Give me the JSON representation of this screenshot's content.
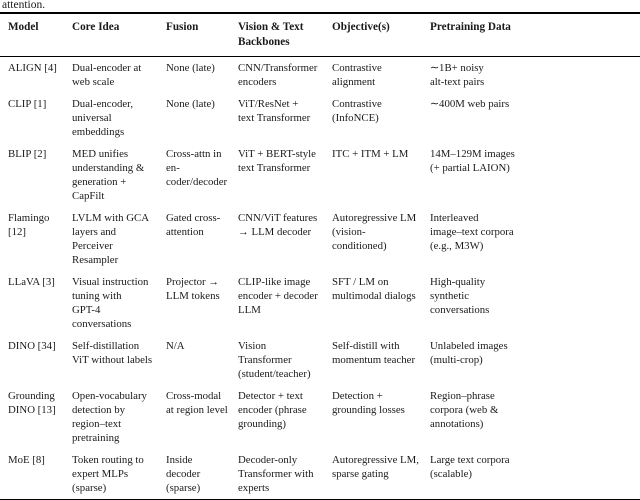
{
  "caption_fragment": "attention.",
  "colors": {
    "background": "#ffffff",
    "text": "#1a1a1a",
    "rule": "#000000"
  },
  "table": {
    "columns": [
      "Model",
      "Core Idea",
      "Fusion",
      "Vision & Text\nBackbones",
      "Objective(s)",
      "Pretraining Data"
    ],
    "rows": [
      {
        "model": "ALIGN [4]",
        "core_idea": "Dual-encoder at\nweb scale",
        "fusion": "None (late)",
        "backbones": "CNN/Transformer\nencoders",
        "objectives": "Contrastive\nalignment",
        "pretraining": "∼1B+ noisy\nalt-text pairs"
      },
      {
        "model": "CLIP [1]",
        "core_idea": "Dual-encoder,\nuniversal\nembeddings",
        "fusion": "None (late)",
        "backbones": "ViT/ResNet +\ntext Transformer",
        "objectives": "Contrastive\n(InfoNCE)",
        "pretraining": "∼400M web pairs"
      },
      {
        "model": "BLIP [2]",
        "core_idea": "MED unifies\nunderstanding &\ngeneration +\nCapFilt",
        "fusion": "Cross-attn in\nen-\ncoder/decoder",
        "backbones": "ViT + BERT-style\ntext Transformer",
        "objectives": "ITC + ITM + LM",
        "pretraining": "14M–129M images\n(+ partial LAION)"
      },
      {
        "model": "Flamingo\n[12]",
        "core_idea": "LVLM with GCA\nlayers and\nPerceiver\nResampler",
        "fusion": "Gated cross-\nattention",
        "backbones": "CNN/ViT features\n→ LLM decoder",
        "objectives": "Autoregressive LM\n(vision-\nconditioned)",
        "pretraining": "Interleaved\nimage–text corpora\n(e.g., M3W)"
      },
      {
        "model": "LLaVA [3]",
        "core_idea": "Visual instruction\ntuning with\nGPT-4\nconversations",
        "fusion": "Projector →\nLLM tokens",
        "backbones": "CLIP-like image\nencoder + decoder\nLLM",
        "objectives": "SFT / LM on\nmultimodal dialogs",
        "pretraining": "High-quality\nsynthetic\nconversations"
      },
      {
        "model": "DINO [34]",
        "core_idea": "Self-distillation\nViT without labels",
        "fusion": "N/A",
        "backbones": "Vision\nTransformer\n(student/teacher)",
        "objectives": "Self-distill with\nmomentum teacher",
        "pretraining": "Unlabeled images\n(multi-crop)"
      },
      {
        "model": "Grounding\nDINO [13]",
        "core_idea": "Open-vocabulary\ndetection by\nregion–text\npretraining",
        "fusion": "Cross-modal\nat region level",
        "backbones": "Detector + text\nencoder (phrase\ngrounding)",
        "objectives": "Detection +\ngrounding losses",
        "pretraining": "Region–phrase\ncorpora (web &\nannotations)"
      },
      {
        "model": "MoE [8]",
        "core_idea": "Token routing to\nexpert MLPs\n(sparse)",
        "fusion": "Inside\ndecoder\n(sparse)",
        "backbones": "Decoder-only\nTransformer with\nexperts",
        "objectives": "Autoregressive LM,\nsparse gating",
        "pretraining": "Large text corpora\n(scalable)"
      }
    ]
  }
}
